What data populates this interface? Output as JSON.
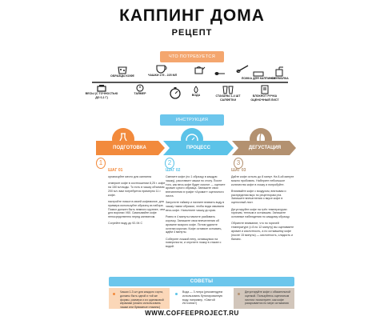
{
  "title": "КАППИНГ ДОМА",
  "subtitle": "РЕЦЕПТ",
  "colors": {
    "orange": "#f28a3c",
    "blue": "#5cc3e8",
    "brown": "#b39170",
    "ink": "#222222"
  },
  "sections": {
    "tools": "ЧТО ПОТРЕБУЕТСЯ",
    "instructions": "ИНСТРУКЦИЯ",
    "tips": "СОВЕТЫ"
  },
  "tools": [
    {
      "icon": "scale-icon",
      "label": "ВЕСЫ (С ТОЧНОСТЬЮ ДО 0,1 Г)"
    },
    {
      "icon": "coffee-samples-icon",
      "label": "ОБРАЗЦЫ КОФЕ"
    },
    {
      "icon": "timer-icon",
      "label": "ТАЙМЕР"
    },
    {
      "icon": "cup-icon",
      "label": "ЧАШКИ 175 - 225 МЛ"
    },
    {
      "icon": "stopwatch-icon",
      "label": ""
    },
    {
      "icon": "kettle-icon",
      "label": "ВОДА"
    },
    {
      "icon": "spoon-icon",
      "label": ""
    },
    {
      "icon": "glass-icon",
      "label": "СТАКАНЫ 1-4 ШТ САЛФЕТКИ"
    },
    {
      "icon": "napkin-icon",
      "label": ""
    },
    {
      "icon": "spoon-holder-icon",
      "label": "ЛОЖКА ДЛЯ КАППИНГА"
    },
    {
      "icon": "notebook-icon",
      "label": "БЛОКНОТ РУЧКА ОЦЕНОЧНЫЙ ЛИСТ"
    },
    {
      "icon": "grinder-icon",
      "label": "КОФЕМОЛКА"
    }
  ],
  "steps": [
    {
      "title": "ПОДГОТОВКА",
      "num": "ШАГ 01",
      "paragraphs": [
        "организуйте место для каппинга",
        "отмерьте кофе в соотношении 8,25 г. кофе на 150 мл воды. То есть в чашку объемом 200 мл. вам потребуется примерно 11 г. кофе.",
        "настройте помол в своей кофемолке, для примера используйте образец из набора. Помол должен быть немного крупнее, чем для воронки V60. Смалывайте кофе непосредственно перед каппингом.",
        "Согрейте воду до 92-94 С"
      ]
    },
    {
      "title": "ПРОЦЕСС",
      "num": "ШАГ 02",
      "paragraphs": [
        "Смелите кофе (по 1 образцу в каждую чашку), расставьте чашки по столу. После того, как весь кофе будет смолот — оцените аромат сухого образца. Запишите свои впечатления в графе «Аромат» оценочного листа.",
        "Запустите таймер и начните вливать воду в чашку таким образом, чтобы вода омывала весь кофе. Наполните чашку до края.",
        "Ровно в 4 минуты начните разбивать корочку. Запишите свои впечатления об аромате мокрого кофе. Потом удалите остатки корочки. Кофе оставьте остывать, ждём 4 минуты.",
        "Соберите ложкой пену, оставшуюся на поверхности, и опустите ложку в стакан с водой."
      ]
    },
    {
      "title": "ДЕГУСТАЦИЯ",
      "num": "ШАГ 03",
      "paragraphs": [
        "Дайте кофе остыть до 8 минут. На 8-ой минуте можно пробовать. Наберите небольшое количество кофе в ложку и попробуйте.",
        "Втягивайте кофе с воздухом, впитывая и распределяя вкус по рецепторам рта. Запишите впечатления о вкусе кофе в оценочный лист.",
        "Дегустируйте кофе на трёх температурах: горячим, теплым и остывшим. Запишите основные наблюдения по каждому образцу.",
        "Обратите внимание, что по горячей температуре (с 8 по 12 минуту) вы оцениваете аромат и кислотность, а по остывшему кофе (после 15 минуты) — кислотность, сладость и баланс."
      ]
    }
  ],
  "tips": [
    "Чашки 1-3 шт для каждого сорта, должны быть одной и той же формы, размера и из одинаковой керамики (можно использовать чашки или бумажные стаканы)",
    "Вода — 3 литра (рекомендуем использовать бутилированную воду, например, «Святой Источник»)",
    "Дегустируйте кофе с обязательной оценкой. Пользуйтесь оценочным листом: посмотрите, как кофе раскрывается по мере остывания"
  ],
  "footer": "WWW.COFFEEPROJECT.RU"
}
